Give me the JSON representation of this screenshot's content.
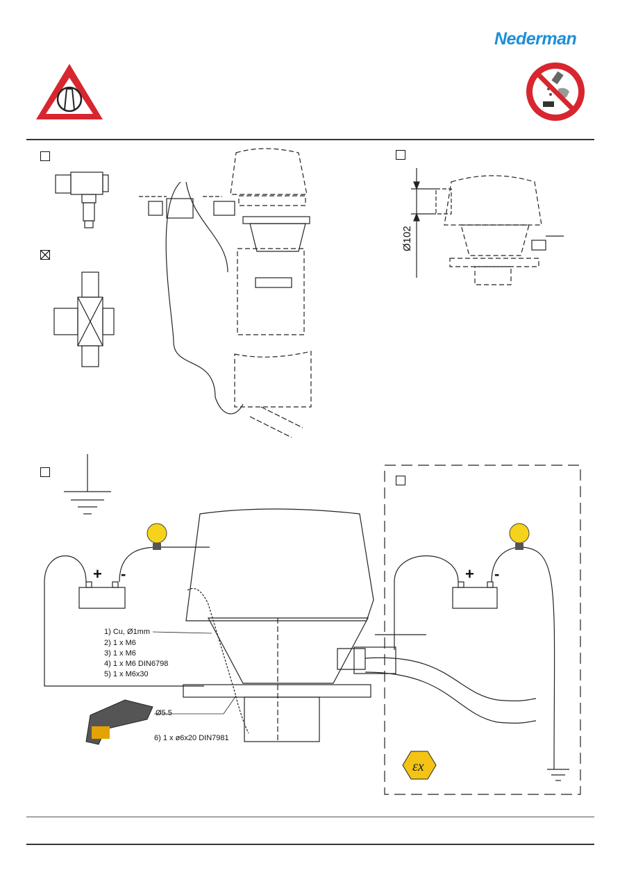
{
  "header": {
    "brand": "Nederman"
  },
  "components": {
    "items": [
      "1) Cu, Ø1mm",
      "2) 1 x M6",
      "3) 1 x M6",
      "4) 1 x M6 DIN6798",
      "5) 1 x M6x30",
      "6) 1 x ø6x20 DIN7981"
    ],
    "drill_diameter": "Ø5.5"
  },
  "dimension": {
    "diameter": "Ø102"
  },
  "polarity": {
    "plus": "+",
    "minus": "-"
  },
  "colors": {
    "brand": "#1f8fd6",
    "warning_red": "#d7262f",
    "line": "#222222",
    "bulb": "#f5d31a",
    "ex_yellow": "#f3c316"
  },
  "icons": [
    "warning-triangle-icon",
    "no-chemicals-icon",
    "ground-symbol-icon",
    "light-bulb-icon",
    "battery-icon",
    "drill-icon",
    "atex-ex-icon"
  ]
}
